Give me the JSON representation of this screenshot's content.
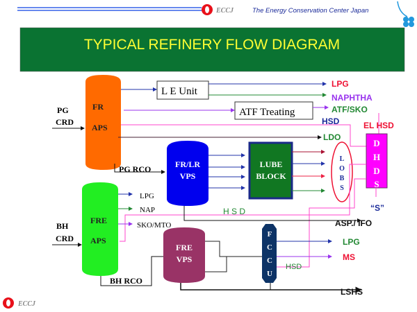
{
  "header": {
    "logo_text": "ECCJ",
    "org_name": "The Energy Conservation Center Japan"
  },
  "title": "TYPICAL REFINERY FLOW DIAGRAM",
  "footer": {
    "logo_text": "ECCJ"
  },
  "colors": {
    "banner": "#0a7332",
    "title": "#ffff33",
    "fr_aps": "#ff6a00",
    "fre_aps": "#22ee22",
    "fr_lr_vps": "#0000ee",
    "fre_vps": "#993366",
    "lube_block": "#117722",
    "dhds": "#ff00ff",
    "fccu": "#0d3366"
  },
  "units": {
    "fr_aps": [
      "FR",
      "APS"
    ],
    "le_unit": "L E Unit",
    "atf_treating": "ATF Treating",
    "fr_lr_vps": [
      "FR/LR",
      "VPS"
    ],
    "lube_block": [
      "LUBE",
      "BLOCK"
    ],
    "lobs": [
      "L",
      "O",
      "B",
      "S"
    ],
    "dhds": [
      "D",
      "H",
      "D",
      "S"
    ],
    "fre_aps": [
      "FRE",
      "APS"
    ],
    "fre_vps": [
      "FRE",
      "VPS"
    ],
    "fccu": [
      "F",
      "C",
      "C",
      "U"
    ]
  },
  "feeds": {
    "pg_crd": [
      "PG",
      "CRD"
    ],
    "bh_crd": [
      "BH",
      "CRD"
    ],
    "pg_rco": "PG  RCO",
    "bh_rco": "BH  RCO"
  },
  "products": {
    "lpg_top": "LPG",
    "naphtha": "NAPHTHA",
    "atf_sko": "ATF/SKO",
    "hsd_top": "HSD",
    "el_hsd": "EL HSD",
    "ldo": "LDO",
    "s": "“S”",
    "hsd_mid": "H S D",
    "asp_ifo": "ASP./ IFO",
    "lpg_fccu": "LPG",
    "ms": "MS",
    "hsd_fccu": "HSD",
    "lshs": "LSHS",
    "fre_lpg": "LPG",
    "fre_nap": "NAP",
    "fre_sko_mto": "SKO/MTO"
  }
}
